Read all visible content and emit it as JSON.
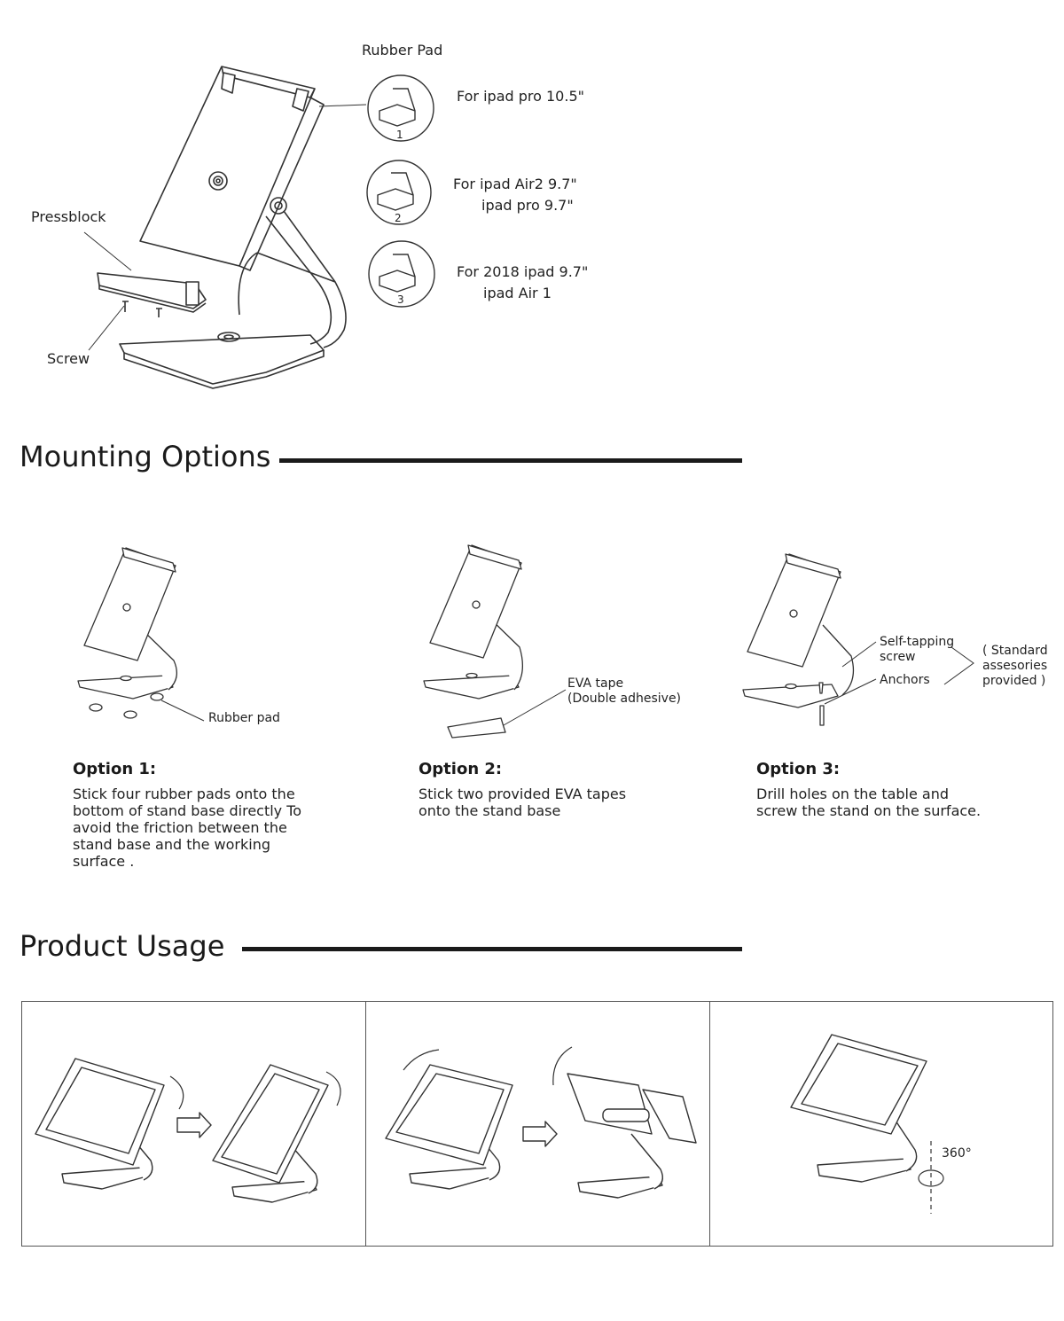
{
  "parts": {
    "rubber_pad_title": "Rubber Pad",
    "pressblock": "Pressblock",
    "screw": "Screw",
    "pads": [
      {
        "number": "1",
        "line1": "For ipad pro 10.5\"",
        "line2": ""
      },
      {
        "number": "2",
        "line1": "For ipad Air2 9.7\"",
        "line2": "ipad pro 9.7\""
      },
      {
        "number": "3",
        "line1": "For 2018 ipad 9.7\"",
        "line2": "ipad Air 1"
      }
    ]
  },
  "mounting": {
    "title": "Mounting Options",
    "callouts": {
      "rubber_pad": "Rubber pad",
      "eva_tape_1": "EVA tape",
      "eva_tape_2": "(Double adhesive)",
      "self_tapping_1": "Self-tapping",
      "self_tapping_2": "screw",
      "anchors": "Anchors",
      "standard_1": "( Standard",
      "standard_2": "assesories",
      "standard_3": "provided )"
    },
    "options": [
      {
        "title": "Option 1:",
        "body": "Stick four rubber pads onto the\nbottom of stand base directly To\navoid the friction between the\nstand base and the working\nsurface ."
      },
      {
        "title": "Option 2:",
        "body": "Stick two provided EVA tapes\nonto the stand base"
      },
      {
        "title": "Option 3:",
        "body": "Drill holes on the table and\nscrew the stand on the surface."
      }
    ]
  },
  "usage": {
    "title": "Product Usage",
    "rotation_label": "360°"
  },
  "colors": {
    "ink": "#1a1a1a",
    "line": "#333333",
    "fill": "#ffffff"
  }
}
